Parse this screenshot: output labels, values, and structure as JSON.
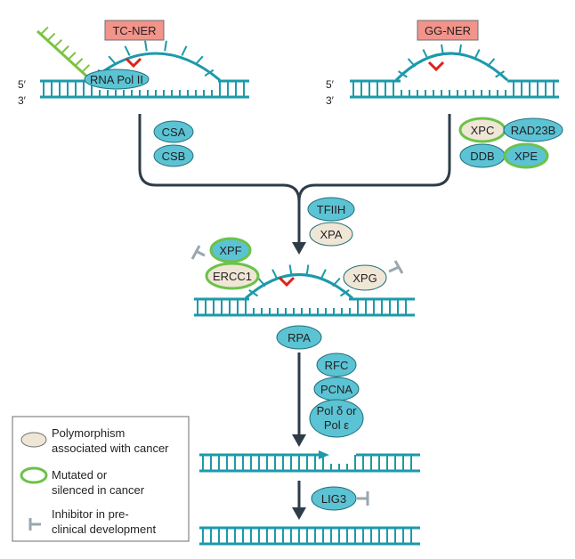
{
  "pathways": {
    "tc_label": "TC-NER",
    "gg_label": "GG-NER"
  },
  "strand_ends": {
    "five": "5′",
    "three": "3′"
  },
  "proteins": {
    "rna_pol": "RNA Pol II",
    "csa": "CSA",
    "csb": "CSB",
    "xpc": "XPC",
    "rad23b": "RAD23B",
    "ddb": "DDB",
    "xpe": "XPE",
    "tfiih": "TFIIH",
    "xpa": "XPA",
    "xpf": "XPF",
    "ercc1": "ERCC1",
    "xpg": "XPG",
    "rpa": "RPA",
    "rfc": "RFC",
    "pcna": "PCNA",
    "pol_line1": "Pol δ or",
    "pol_line2": "Pol ε",
    "lig3": "LIG3"
  },
  "legend": {
    "polymorphism_line1": "Polymorphism",
    "polymorphism_line2": "associated with cancer",
    "mutated_line1": "Mutated or",
    "mutated_line2": "silenced in cancer",
    "inhibitor_line1": "Inhibitor in pre-",
    "inhibitor_line2": "clinical development"
  },
  "colors": {
    "dna": "#1b9aaa",
    "protein_fill": "#5bc3d4",
    "polymorphism_fill": "#efe6d6",
    "mutated_ring": "#6cc24a",
    "arrow": "#2e3c48",
    "lesion": "#e0201b",
    "pathway_box": "#f2948a",
    "inhibitor": "#9aa7b0",
    "rna": "#7cc242"
  }
}
